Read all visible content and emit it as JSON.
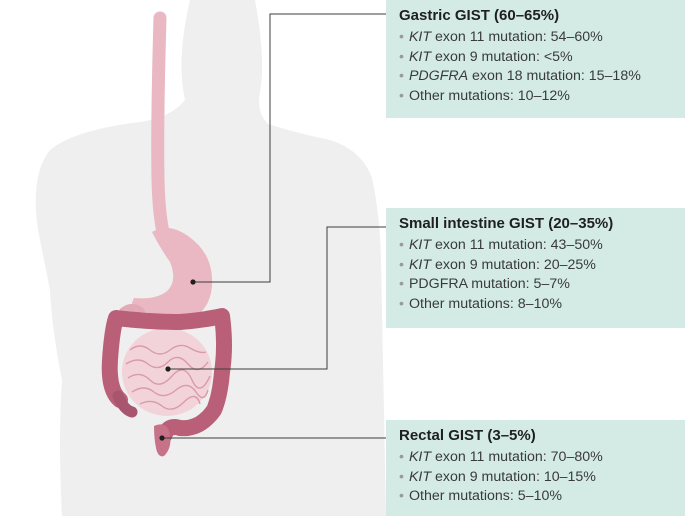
{
  "colors": {
    "body_silhouette": "#f0eff0",
    "organ": "#e9b8c2",
    "colon": "#b96078",
    "callout_bg": "#d3ebe4",
    "leader_line": "#3d3d3d"
  },
  "callouts": [
    {
      "id": "gastric",
      "title": "Gastric GIST (60–65%)",
      "items": [
        {
          "gene": "KIT",
          "rest": " exon 11 mutation: 54–60%"
        },
        {
          "gene": "KIT",
          "rest": " exon 9 mutation: <5%"
        },
        {
          "gene": "PDGFRA",
          "rest": " exon 18 mutation: 15–18%"
        },
        {
          "gene": "",
          "rest": "Other mutations: 10–12%"
        }
      ]
    },
    {
      "id": "small-intestine",
      "title": "Small intestine GIST (20–35%)",
      "items": [
        {
          "gene": "KIT",
          "rest": " exon 11 mutation: 43–50%"
        },
        {
          "gene": "KIT",
          "rest": " exon 9 mutation: 20–25%"
        },
        {
          "gene": "",
          "rest": "PDGFRA mutation: 5–7%"
        },
        {
          "gene": "",
          "rest": "Other mutations: 8–10%"
        }
      ]
    },
    {
      "id": "rectal",
      "title": "Rectal GIST (3–5%)",
      "items": [
        {
          "gene": "KIT",
          "rest": " exon 11 mutation: 70–80%"
        },
        {
          "gene": "KIT",
          "rest": " exon 9 mutation: 10–15%"
        },
        {
          "gene": "",
          "rest": "Other mutations: 5–10%"
        }
      ]
    }
  ]
}
